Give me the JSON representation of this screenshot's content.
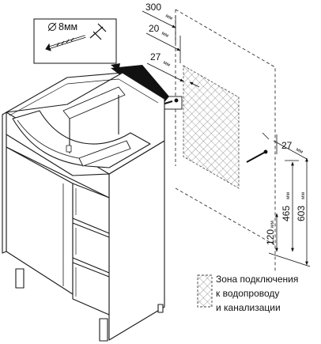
{
  "callout": {
    "drill_size": "8мм"
  },
  "dimensions": {
    "d300": "300",
    "d20": "20",
    "d27a": "27",
    "d27b": "27",
    "d465": "465",
    "d603": "603",
    "d120": "120",
    "unit": "мм"
  },
  "legend": {
    "line1": "Зона подключения",
    "line2": "к водопроводу",
    "line3": "и канализации"
  },
  "colors": {
    "stroke": "#1a1a1a",
    "hatch": "#6f6f6f",
    "pointer": "#111111"
  }
}
